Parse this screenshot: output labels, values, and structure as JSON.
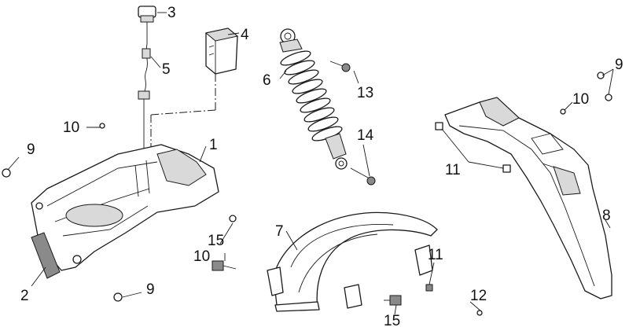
{
  "callouts": {
    "c1": "1",
    "c2": "2",
    "c3": "3",
    "c4": "4",
    "c5": "5",
    "c6": "6",
    "c7": "7",
    "c8": "8",
    "c9a": "9",
    "c9b": "9",
    "c9c": "9",
    "c10a": "10",
    "c10b": "10",
    "c10c": "10",
    "c11a": "11",
    "c11b": "11",
    "c12": "12",
    "c13": "13",
    "c14": "14",
    "c15a": "15",
    "c15b": "15"
  }
}
